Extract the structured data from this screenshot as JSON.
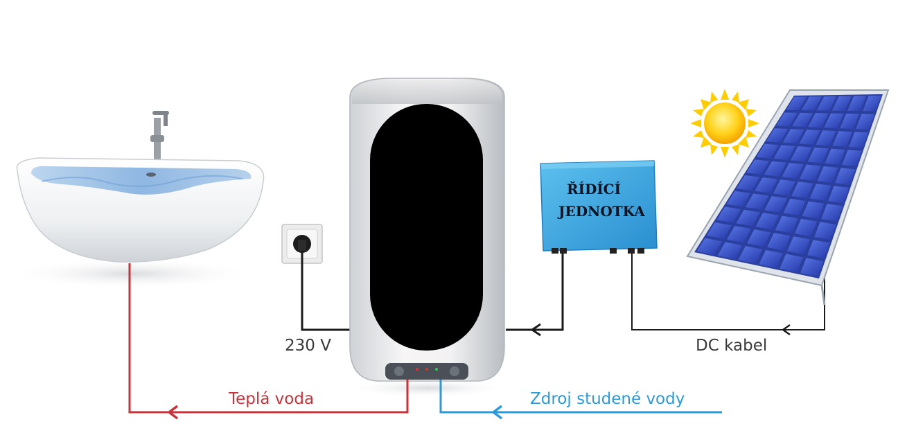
{
  "labels": {
    "voltage": "230 V",
    "dc_cable": "DC kabel",
    "hot_water": "Teplá voda",
    "cold_water": "Zdroj studené vody"
  },
  "control_unit": {
    "line1": "ŘÍDÍCÍ",
    "line2": "JEDNOTKA"
  },
  "colors": {
    "hot_pipe": "#c8323a",
    "cold_pipe": "#2a9ad8",
    "cable": "#1a1a1a",
    "control_unit": "#3aa6e0",
    "solar_cell": "#2f4fc8",
    "sun": "#ffcc00"
  }
}
